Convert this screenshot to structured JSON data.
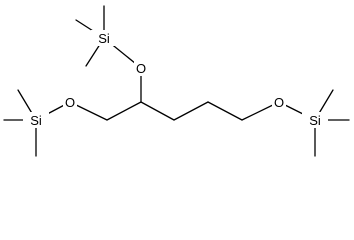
{
  "atoms": {
    "si_top": "Si",
    "o_top": "O",
    "o_left": "O",
    "si_left": "Si",
    "o_right": "O",
    "si_right": "Si"
  },
  "colors": {
    "bond": "#000000",
    "label": "#000000",
    "background": "#ffffff"
  }
}
